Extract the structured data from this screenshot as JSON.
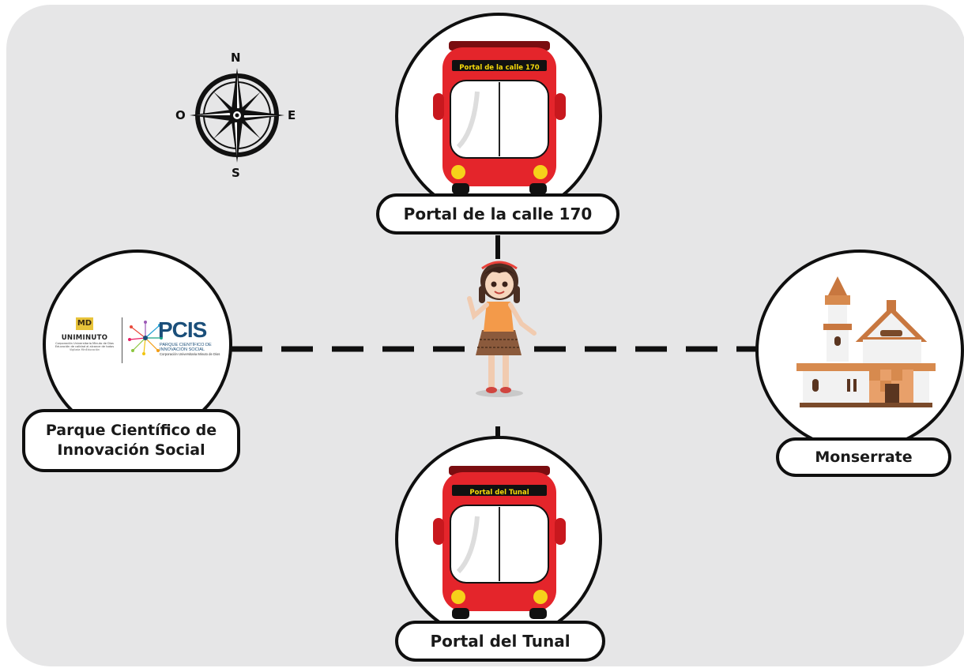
{
  "compass": {
    "north": "N",
    "south": "S",
    "east": "E",
    "west": "O"
  },
  "places": {
    "north": {
      "label": "Portal de la calle 170",
      "bus_sign": "Portal de la calle 170"
    },
    "south": {
      "label": "Portal del Tunal",
      "bus_sign": "Portal del Tunal"
    },
    "west": {
      "label_line1": "Parque Científico de",
      "label_line2": "Innovación Social",
      "logo_left_title": "UNIMINUTO",
      "logo_left_sub1": "Corporación Universitaria Minuto de Dios",
      "logo_left_sub2": "Educación de calidad al alcance de todos",
      "logo_left_sub3": "Vigilada MinEducación",
      "logo_left_mark": "MD",
      "logo_right_title": "PCIS",
      "logo_right_sub1": "PARQUE CIENTÍFICO DE",
      "logo_right_sub2": "INNOVACIÓN SOCIAL",
      "logo_right_sub3": "Corporación Universitaria Minuto de Dios"
    },
    "east": {
      "label": "Monserrate"
    }
  },
  "colors": {
    "background": "#e6e6e7",
    "bus_red": "#e4252b",
    "bus_sign": "#f5d90a",
    "line": "#0f0f0f"
  },
  "icons": [
    "compass-rose-icon",
    "bus-icon",
    "church-icon",
    "girl-character-icon"
  ]
}
